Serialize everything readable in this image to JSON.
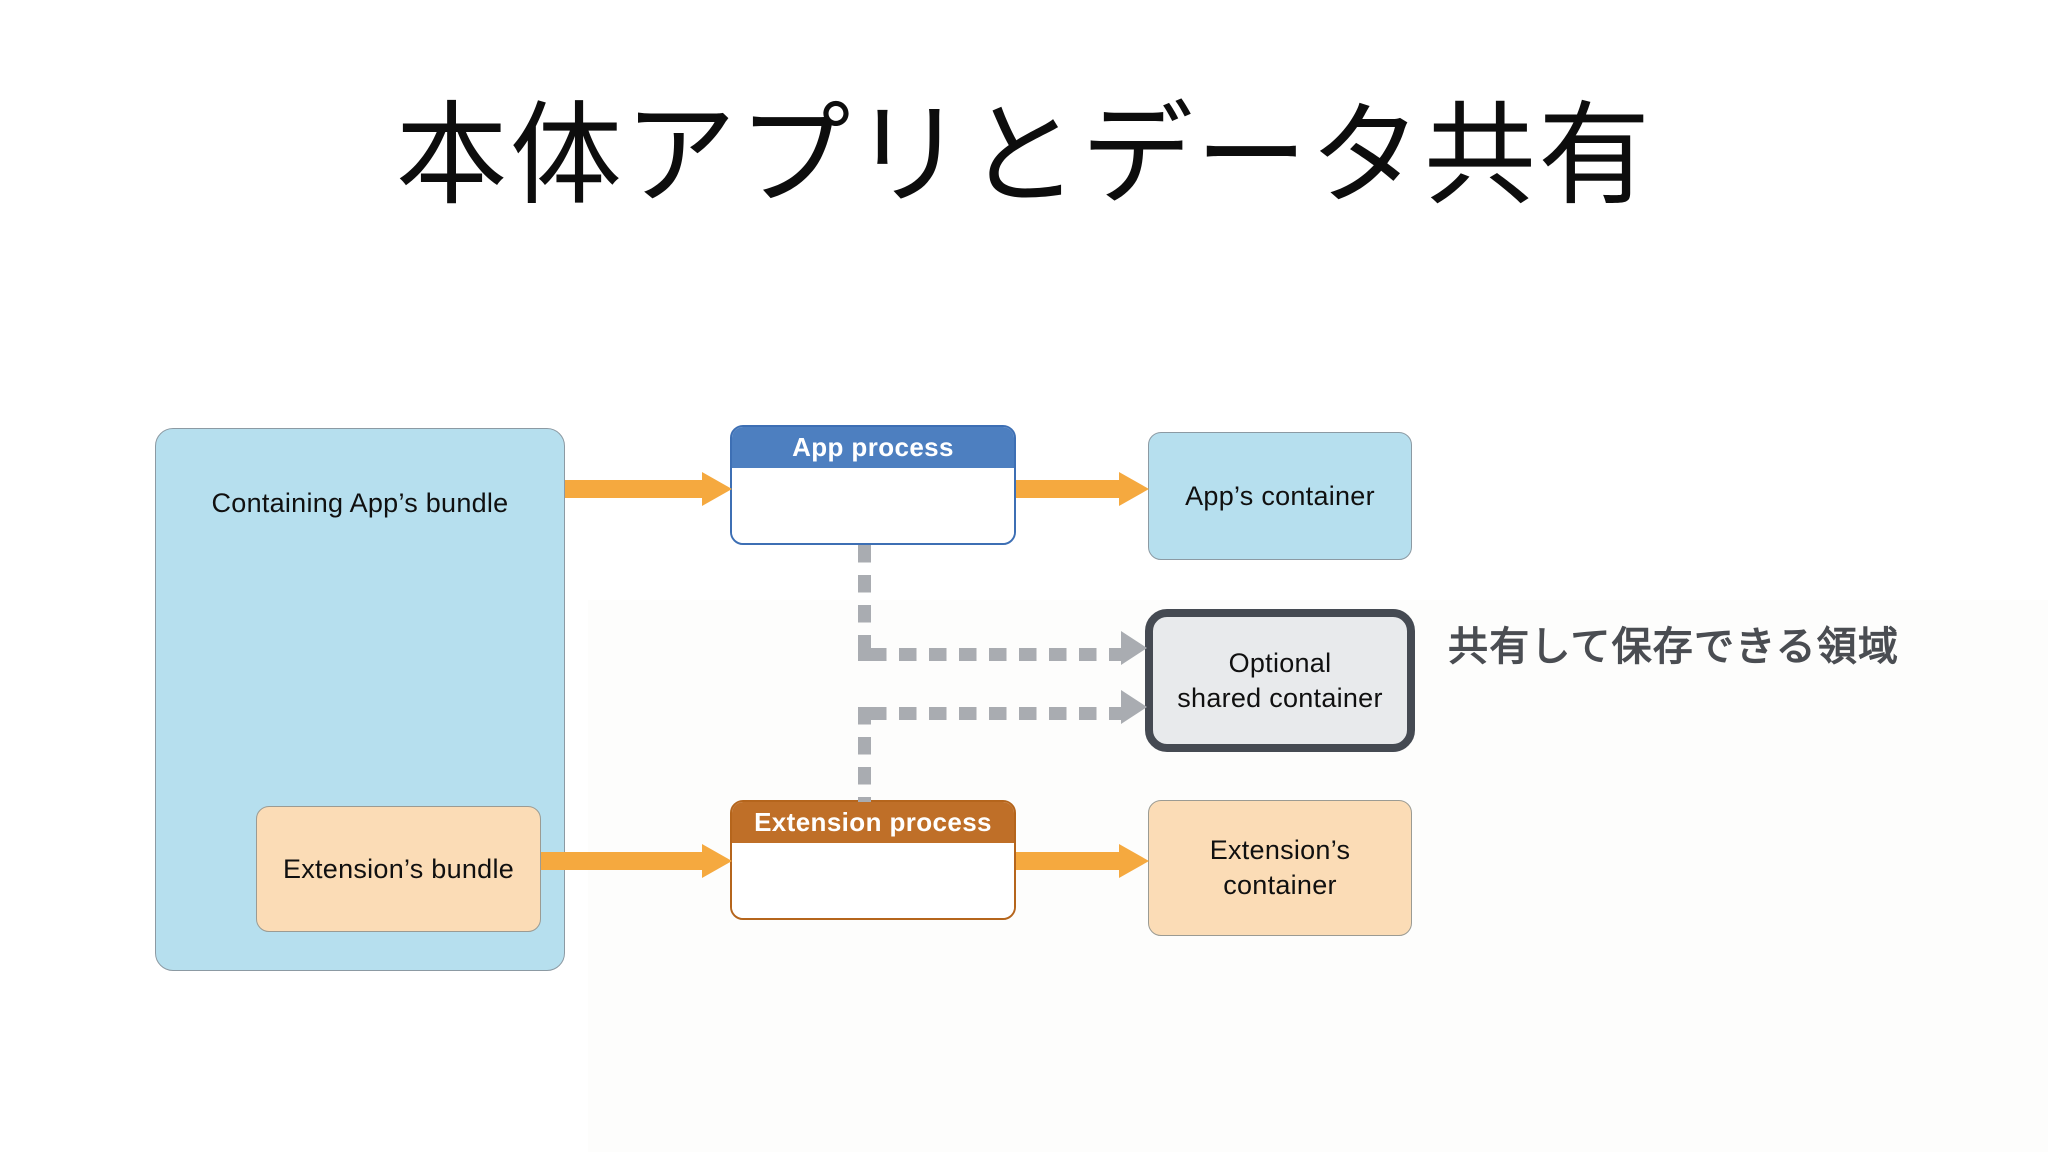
{
  "slide": {
    "title": "本体アプリとデータ共有",
    "background_color": "#ffffff"
  },
  "diagram": {
    "nodes": [
      {
        "id": "containing-app-bundle",
        "label": "Containing App’s bundle",
        "fill": "#b6dfee",
        "border": "#8c9aa3"
      },
      {
        "id": "extension-bundle",
        "label": "Extension’s bundle",
        "fill": "#fbdcb6",
        "border": "#9b9b93"
      },
      {
        "id": "app-process",
        "label": "App process",
        "header_fill": "#4d7fc0",
        "body_fill": "#ffffff",
        "border": "#3d6fb4"
      },
      {
        "id": "extension-process",
        "label": "Extension process",
        "header_fill": "#bf6f28",
        "body_fill": "#ffffff",
        "border": "#b5651c"
      },
      {
        "id": "app-container",
        "label": "App’s container",
        "fill": "#b6dfee",
        "border": "#8c9aa3"
      },
      {
        "id": "shared-container",
        "label_line1": "Optional",
        "label_line2": "shared container",
        "fill": "#e8eaec",
        "border": "#454a52"
      },
      {
        "id": "extension-container",
        "label_line1": "Extension’s",
        "label_line2": "container",
        "fill": "#fbdcb6",
        "border": "#9b9b93"
      }
    ],
    "edges": [
      {
        "id": "bundle-to-app-process",
        "style": "solid-arrow",
        "color": "#f5a93f"
      },
      {
        "id": "app-process-to-app-container",
        "style": "solid-arrow",
        "color": "#f5a93f"
      },
      {
        "id": "ext-bundle-to-ext-process",
        "style": "solid-arrow",
        "color": "#f5a93f"
      },
      {
        "id": "ext-process-to-ext-container",
        "style": "solid-arrow",
        "color": "#f5a93f"
      },
      {
        "id": "app-process-to-shared-container",
        "style": "dashed-arrow",
        "color": "#a9acb1"
      },
      {
        "id": "ext-process-to-shared-container",
        "style": "dashed-arrow",
        "color": "#a9acb1"
      }
    ],
    "annotation": {
      "text": "共有して保存できる領域",
      "color": "#4a4d52"
    }
  }
}
